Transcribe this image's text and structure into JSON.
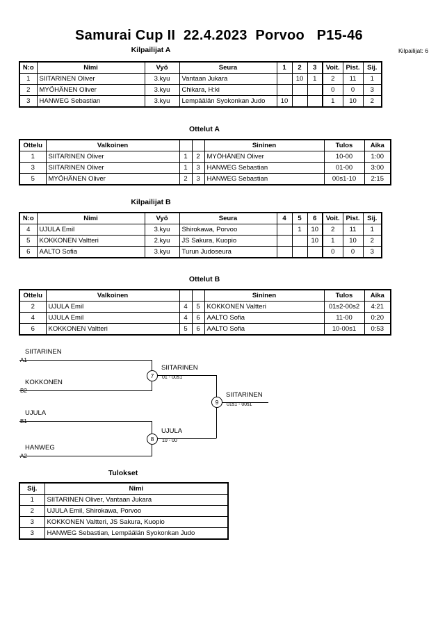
{
  "header": {
    "title": "Samurai Cup II  22.4.2023  Porvoo   P15-46",
    "entrant_count_label": "Kilpailijat: 6"
  },
  "pool_a": {
    "caption": "Kilpailijat A",
    "columns": [
      "N:o",
      "Nimi",
      "Vyö",
      "Seura",
      "1",
      "2",
      "3",
      "Voit.",
      "Pist.",
      "Sij."
    ],
    "rows": [
      {
        "no": "1",
        "name": "SIITARINEN Oliver",
        "belt": "3.kyu",
        "club": "Vantaan Jukara",
        "m1": "",
        "m2": "10",
        "m3": "1",
        "wins": "2",
        "points": "11",
        "rank": "1"
      },
      {
        "no": "2",
        "name": "MYÖHÄNEN Oliver",
        "belt": "3.kyu",
        "club": "Chikara, H:ki",
        "m1": "",
        "m2": "",
        "m3": "",
        "wins": "0",
        "points": "0",
        "rank": "3"
      },
      {
        "no": "3",
        "name": "HANWEG Sebastian",
        "belt": "3.kyu",
        "club": "Lempäälän Syokonkan Judo",
        "m1": "10",
        "m2": "",
        "m3": "",
        "wins": "1",
        "points": "10",
        "rank": "2"
      }
    ]
  },
  "matches_a": {
    "caption": "Ottelut A",
    "columns": [
      "Ottelu",
      "Valkoinen",
      "",
      "",
      "Sininen",
      "Tulos",
      "Aika"
    ],
    "rows": [
      {
        "match": "1",
        "white": "SIITARINEN Oliver",
        "white_no": "1",
        "blue_no": "2",
        "blue": "MYÖHÄNEN Oliver",
        "result": "10-00",
        "time": "1:00"
      },
      {
        "match": "3",
        "white": "SIITARINEN Oliver",
        "white_no": "1",
        "blue_no": "3",
        "blue": "HANWEG Sebastian",
        "result": "01-00",
        "time": "3:00"
      },
      {
        "match": "5",
        "white": "MYÖHÄNEN Oliver",
        "white_no": "2",
        "blue_no": "3",
        "blue": "HANWEG Sebastian",
        "result": "00s1-10",
        "time": "2:15"
      }
    ]
  },
  "pool_b": {
    "caption": "Kilpailijat B",
    "columns": [
      "N:o",
      "Nimi",
      "Vyö",
      "Seura",
      "4",
      "5",
      "6",
      "Voit.",
      "Pist.",
      "Sij."
    ],
    "rows": [
      {
        "no": "4",
        "name": "UJULA Emil",
        "belt": "3.kyu",
        "club": "Shirokawa, Porvoo",
        "m1": "",
        "m2": "1",
        "m3": "10",
        "wins": "2",
        "points": "11",
        "rank": "1"
      },
      {
        "no": "5",
        "name": "KOKKONEN Valtteri",
        "belt": "2.kyu",
        "club": "JS Sakura, Kuopio",
        "m1": "",
        "m2": "",
        "m3": "10",
        "wins": "1",
        "points": "10",
        "rank": "2"
      },
      {
        "no": "6",
        "name": "AALTO Sofia",
        "belt": "3.kyu",
        "club": "Turun Judoseura",
        "m1": "",
        "m2": "",
        "m3": "",
        "wins": "0",
        "points": "0",
        "rank": "3"
      }
    ]
  },
  "matches_b": {
    "caption": "Ottelut B",
    "columns": [
      "Ottelu",
      "Valkoinen",
      "",
      "",
      "Sininen",
      "Tulos",
      "Aika"
    ],
    "rows": [
      {
        "match": "2",
        "white": "UJULA Emil",
        "white_no": "4",
        "blue_no": "5",
        "blue": "KOKKONEN Valtteri",
        "result": "01s2-00s2",
        "time": "4:21"
      },
      {
        "match": "4",
        "white": "UJULA Emil",
        "white_no": "4",
        "blue_no": "6",
        "blue": "AALTO Sofia",
        "result": "11-00",
        "time": "0:20"
      },
      {
        "match": "6",
        "white": "KOKKONEN Valtteri",
        "white_no": "5",
        "blue_no": "6",
        "blue": "AALTO Sofia",
        "result": "10-00s1",
        "time": "0:53"
      }
    ]
  },
  "bracket": {
    "entries": [
      {
        "name": "SIITARINEN",
        "seed": "A1"
      },
      {
        "name": "KOKKONEN",
        "seed": "B2"
      },
      {
        "name": "UJULA",
        "seed": "B1"
      },
      {
        "name": "HANWEG",
        "seed": "A2"
      }
    ],
    "semifinals": [
      {
        "node": "7",
        "winner": "SIITARINEN",
        "score": "01 - 00s1"
      },
      {
        "node": "8",
        "winner": "UJULA",
        "score": "10 - 00"
      }
    ],
    "final": {
      "node": "9",
      "winner": "SIITARINEN",
      "score": "01s1 - 00s1"
    }
  },
  "results": {
    "caption": "Tulokset",
    "columns": [
      "Sij.",
      "Nimi"
    ],
    "rows": [
      {
        "rank": "1",
        "name": "SIITARINEN Oliver, Vantaan Jukara"
      },
      {
        "rank": "2",
        "name": "UJULA Emil, Shirokawa, Porvoo"
      },
      {
        "rank": "3",
        "name": "KOKKONEN Valtteri, JS Sakura, Kuopio"
      },
      {
        "rank": "3",
        "name": "HANWEG Sebastian, Lempäälän Syokonkan Judo"
      }
    ]
  }
}
